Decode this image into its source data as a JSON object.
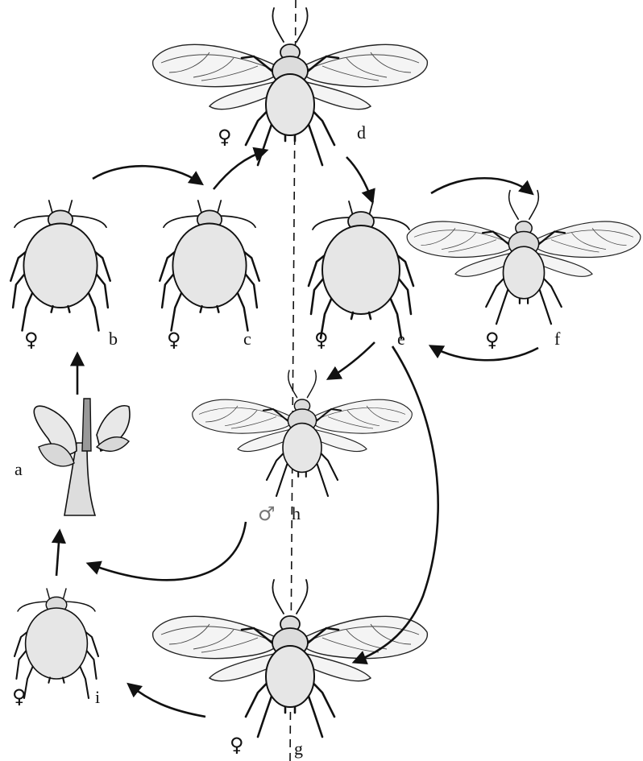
{
  "labels": {
    "a": "a",
    "b": "b",
    "c": "c",
    "d": "d",
    "e": "e",
    "f": "f",
    "g": "g",
    "h": "h",
    "i": "i"
  },
  "sex_symbols": {
    "female": "♀",
    "male": "♂"
  }
}
